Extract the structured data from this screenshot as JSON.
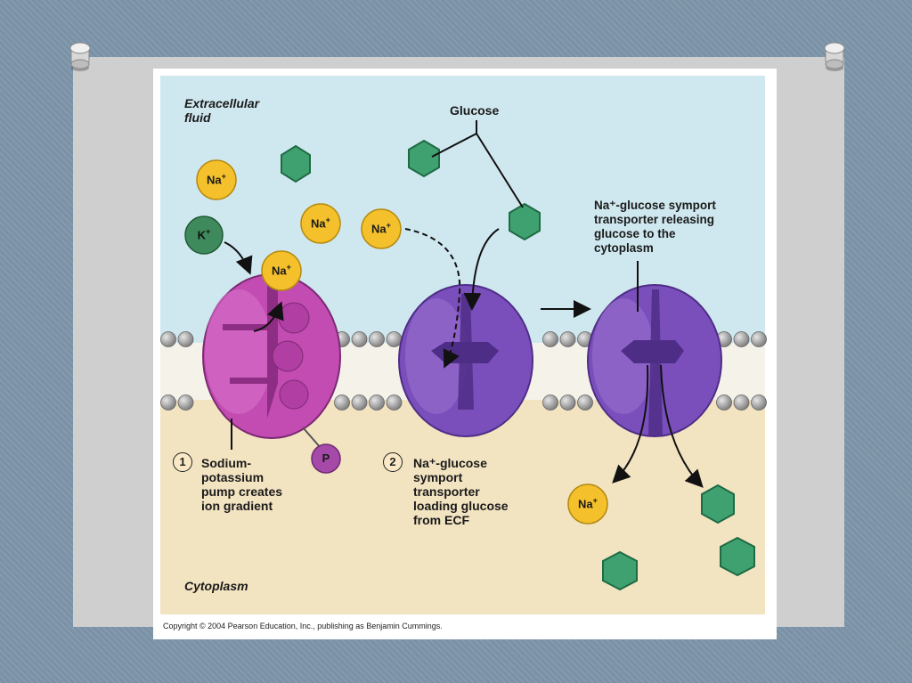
{
  "labels": {
    "extracellular": "Extracellular fluid",
    "cytoplasm": "Cytoplasm",
    "glucose": "Glucose",
    "transporter_release": "Na⁺-glucose symport transporter releasing glucose to the cytoplasm",
    "step1_number": "1",
    "step1_text": "Sodium-potassium pump creates ion gradient",
    "step2_number": "2",
    "step2_text": "Na⁺-glucose symport transporter loading glucose from ECF",
    "copyright": "Copyright © 2004 Pearson Education, Inc., publishing as Benjamin Cummings."
  },
  "ions": {
    "na": "Na",
    "k": "K",
    "charge": "+",
    "phosphate": "P"
  },
  "colors": {
    "extracellular": "#cfe8ef",
    "cytoplasm": "#f2e3c1",
    "sodium": "#f4c12c",
    "potassium": "#3f8a5c",
    "glucose": "#3fa070",
    "pump": "#c34cb3",
    "symporter": "#7a4fbb",
    "phosphate": "#a64aa9"
  }
}
